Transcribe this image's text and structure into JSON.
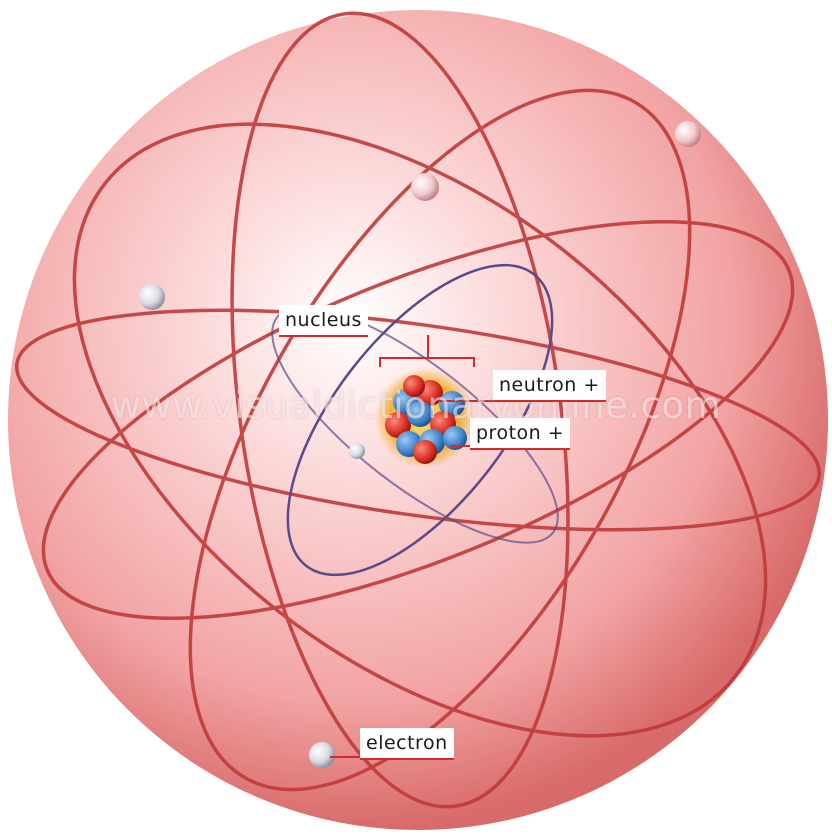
{
  "labels": {
    "nucleus": "nucleus",
    "neutron": "neutron +",
    "proton": "proton +",
    "electron": "electron"
  },
  "watermark": "www.visualdictionaryonline.com",
  "colors": {
    "sphere": "#f29a9a",
    "orbit": "#c03a3a",
    "inner_orbit": "#5a4a8a",
    "proton": "#d42a1e",
    "neutron": "#3a7fc8",
    "leader_line": "#d42a2a",
    "electron": "#e8e8ee"
  },
  "icons": {
    "electron": "sphere-icon",
    "nucleus": "nucleus-icon"
  }
}
